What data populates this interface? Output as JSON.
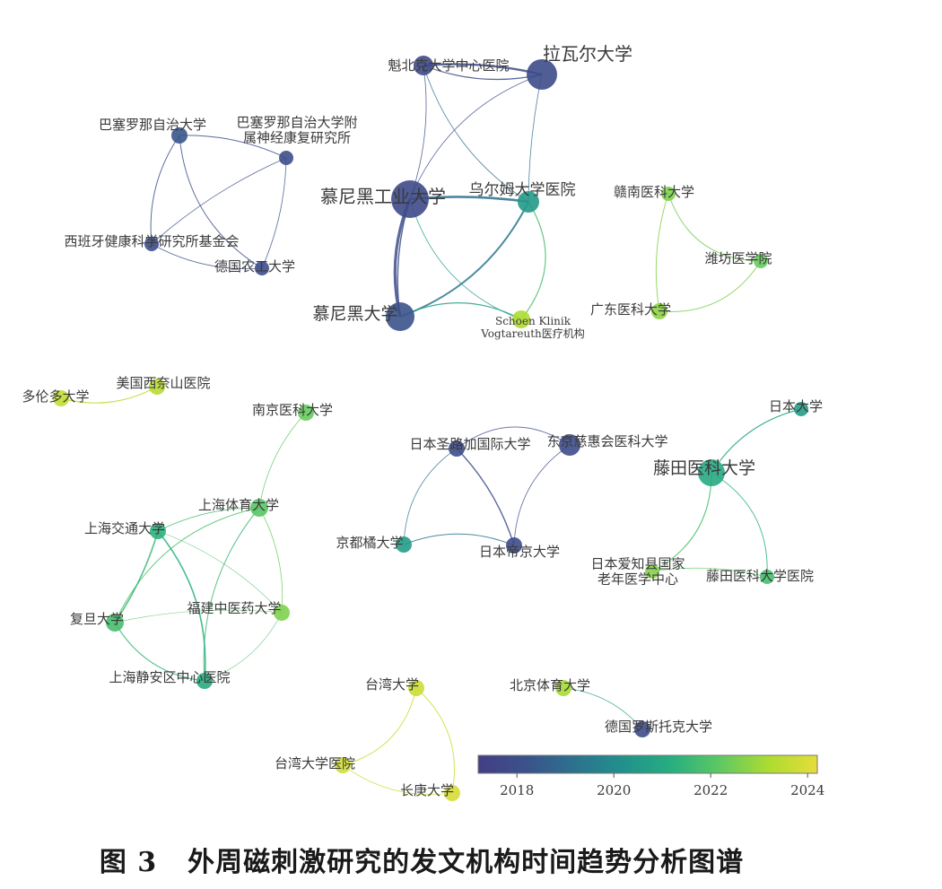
{
  "figure": {
    "label": "图 3",
    "title": "外周磁刺激研究的发文机构时间趋势分析图谱"
  },
  "colorbar": {
    "min": 2017.2,
    "max": 2024.2,
    "ticks": [
      "2018",
      "2020",
      "2022",
      "2024"
    ],
    "colors": [
      "#433e85",
      "#3b528b",
      "#2c728e",
      "#21918c",
      "#28ae80",
      "#5ec962",
      "#addc30",
      "#e6dd3b"
    ]
  },
  "nodes": [
    {
      "id": "quebec",
      "label": "魁北克大学中心医院",
      "year": 2017.8
    },
    {
      "id": "laval",
      "label": "拉瓦尔大学",
      "year": 2017.9
    },
    {
      "id": "tum",
      "label": "慕尼黑工业大学",
      "year": 2017.8
    },
    {
      "id": "ulm",
      "label": "乌尔姆大学医院",
      "year": 2020.5
    },
    {
      "id": "lmu",
      "label": "慕尼黑大学",
      "year": 2018.2
    },
    {
      "id": "schoen",
      "label": [
        "Schoen Klinik",
        "Vogtareuth医疗机构"
      ],
      "year": 2023.2
    },
    {
      "id": "basque",
      "label": "巴塞罗那自治大学",
      "year": 2018.3
    },
    {
      "id": "basque_inst",
      "label": [
        "巴塞罗那自治大学附",
        "属神经康复研究所"
      ],
      "year": 2018.0
    },
    {
      "id": "spain",
      "label": "西班牙健康科学研究所基金会",
      "year": 2018.0
    },
    {
      "id": "agri",
      "label": "德国农工大学",
      "year": 2018.0
    },
    {
      "id": "gannan",
      "label": "赣南医科大学",
      "year": 2022.6
    },
    {
      "id": "weifang",
      "label": "潍坊医学院",
      "year": 2022.3
    },
    {
      "id": "guangdong",
      "label": "广东医科大学",
      "year": 2022.8
    },
    {
      "id": "toronto",
      "label": "多伦多大学",
      "year": 2023.6
    },
    {
      "id": "mtsinai",
      "label": "美国西奈山医院",
      "year": 2023.4
    },
    {
      "id": "nanjing",
      "label": "南京医科大学",
      "year": 2022.3
    },
    {
      "id": "sus",
      "label": "上海体育大学",
      "year": 2022.1
    },
    {
      "id": "sjtu",
      "label": "上海交通大学",
      "year": 2021.3
    },
    {
      "id": "fudan",
      "label": "复旦大学",
      "year": 2021.8
    },
    {
      "id": "fujian",
      "label": "福建中医药大学",
      "year": 2022.6
    },
    {
      "id": "jingan",
      "label": "上海静安区中心医院",
      "year": 2021.1
    },
    {
      "id": "stluke",
      "label": "日本圣路加国际大学",
      "year": 2018.0
    },
    {
      "id": "jikei",
      "label": "东京慈惠会医科大学",
      "year": 2017.9
    },
    {
      "id": "kyoto",
      "label": "京都橘大学",
      "year": 2020.6
    },
    {
      "id": "teikyo",
      "label": "日本帝京大学",
      "year": 2017.9
    },
    {
      "id": "nihon",
      "label": "日本大学",
      "year": 2020.6
    },
    {
      "id": "fujita",
      "label": "藤田医科大学",
      "year": 2021.0
    },
    {
      "id": "ncgg",
      "label": [
        "日本爱知县国家",
        "老年医学中心"
      ],
      "year": 2022.7
    },
    {
      "id": "fujita_h",
      "label": "藤田医科大学医院",
      "year": 2021.8
    },
    {
      "id": "ntu",
      "label": "台湾大学",
      "year": 2023.7
    },
    {
      "id": "ntuh",
      "label": "台湾大学医院",
      "year": 2023.8
    },
    {
      "id": "cgu",
      "label": "长庚大学",
      "year": 2023.9
    },
    {
      "id": "bsu",
      "label": "北京体育大学",
      "year": 2023.1
    },
    {
      "id": "rostock",
      "label": "德国罗斯托克大学",
      "year": 2017.9
    }
  ],
  "edges": [
    [
      "quebec",
      "laval"
    ],
    [
      "quebec",
      "laval"
    ],
    [
      "quebec",
      "ulm"
    ],
    [
      "quebec",
      "tum"
    ],
    [
      "laval",
      "tum"
    ],
    [
      "laval",
      "ulm"
    ],
    [
      "tum",
      "ulm"
    ],
    [
      "tum",
      "lmu"
    ],
    [
      "tum",
      "lmu"
    ],
    [
      "tum",
      "schoen"
    ],
    [
      "lmu",
      "ulm"
    ],
    [
      "lmu",
      "schoen"
    ],
    [
      "ulm",
      "schoen"
    ],
    [
      "basque",
      "basque_inst"
    ],
    [
      "basque",
      "agri"
    ],
    [
      "basque",
      "spain"
    ],
    [
      "basque_inst",
      "spain"
    ],
    [
      "basque_inst",
      "agri"
    ],
    [
      "spain",
      "agri"
    ],
    [
      "gannan",
      "weifang"
    ],
    [
      "gannan",
      "guangdong"
    ],
    [
      "weifang",
      "guangdong"
    ],
    [
      "toronto",
      "mtsinai"
    ],
    [
      "nanjing",
      "sus"
    ],
    [
      "sus",
      "sjtu"
    ],
    [
      "sus",
      "fudan"
    ],
    [
      "sus",
      "fujian"
    ],
    [
      "sus",
      "jingan"
    ],
    [
      "sjtu",
      "fudan"
    ],
    [
      "sjtu",
      "fujian"
    ],
    [
      "sjtu",
      "jingan"
    ],
    [
      "fudan",
      "fujian"
    ],
    [
      "fudan",
      "jingan"
    ],
    [
      "fujian",
      "jingan"
    ],
    [
      "stluke",
      "jikei"
    ],
    [
      "stluke",
      "teikyo"
    ],
    [
      "stluke",
      "kyoto"
    ],
    [
      "jikei",
      "teikyo"
    ],
    [
      "kyoto",
      "teikyo"
    ],
    [
      "nihon",
      "fujita"
    ],
    [
      "fujita",
      "ncgg"
    ],
    [
      "fujita",
      "fujita_h"
    ],
    [
      "ncgg",
      "fujita_h"
    ],
    [
      "ntu",
      "ntuh"
    ],
    [
      "ntu",
      "cgu"
    ],
    [
      "ntuh",
      "cgu"
    ],
    [
      "bsu",
      "rostock"
    ]
  ]
}
